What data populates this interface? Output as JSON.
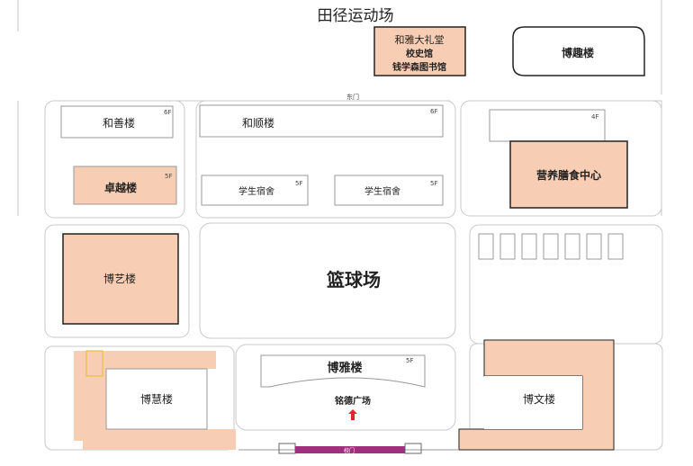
{
  "map": {
    "top_label": "田径运动场",
    "buildings": {
      "heya": [
        "和雅大礼堂",
        "校史馆",
        "钱学森图书馆"
      ],
      "boqu": "博趣楼",
      "heshan": "和善楼",
      "heshan_floors": "6F",
      "heshun": "和顺楼",
      "heshun_floors": "6F",
      "zhuoyue": "卓越楼",
      "zhuoyue_floors": "5F",
      "dorm1": "学生宿舍",
      "dorm1_floors": "5F",
      "dorm2": "学生宿舍",
      "dorm2_floors": "5F",
      "canteen": "营养膳食中心",
      "canteen_floors": "4F",
      "boyi": "博艺楼",
      "court": "篮球场",
      "boya": "博雅楼",
      "boya_floors": "5F",
      "mingde": "铭德广场",
      "bohui": "博慧楼",
      "bowen": "博文楼"
    },
    "gates": {
      "east": "东门",
      "main": "校门"
    },
    "colors": {
      "building_fill": "#f7cdb3",
      "road_fill": "#f5f5f5",
      "outline": "#222222",
      "gate_purple": "#a0307e",
      "marker_red": "#e0262b"
    }
  }
}
